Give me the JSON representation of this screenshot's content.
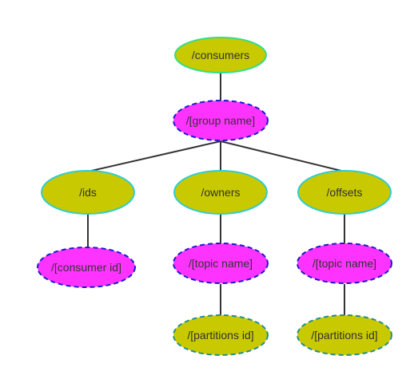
{
  "colors": {
    "olive_fill": "#c9c900",
    "magenta_fill": "#ff33ff",
    "teal_stroke": "#33cccc",
    "green_stroke": "#33dd88",
    "navy_dashed_stroke": "#1a1acc",
    "teal_dashed_stroke": "#1f8f8f",
    "edge": "#333333",
    "text": "#333333"
  },
  "tree": {
    "root": {
      "label": "/consumers"
    },
    "group": {
      "label": "/[group name]"
    },
    "ids": {
      "label": "/ids"
    },
    "owners": {
      "label": "/owners"
    },
    "offsets": {
      "label": "/offsets"
    },
    "consumer_id": {
      "label": "/[consumer id]"
    },
    "owners_topic": {
      "label": "/[topic name]"
    },
    "offsets_topic": {
      "label": "/[topic name]"
    },
    "owners_partitions": {
      "label": "/[partitions id]"
    },
    "offsets_partitions": {
      "label": "/[partitions id]"
    }
  }
}
